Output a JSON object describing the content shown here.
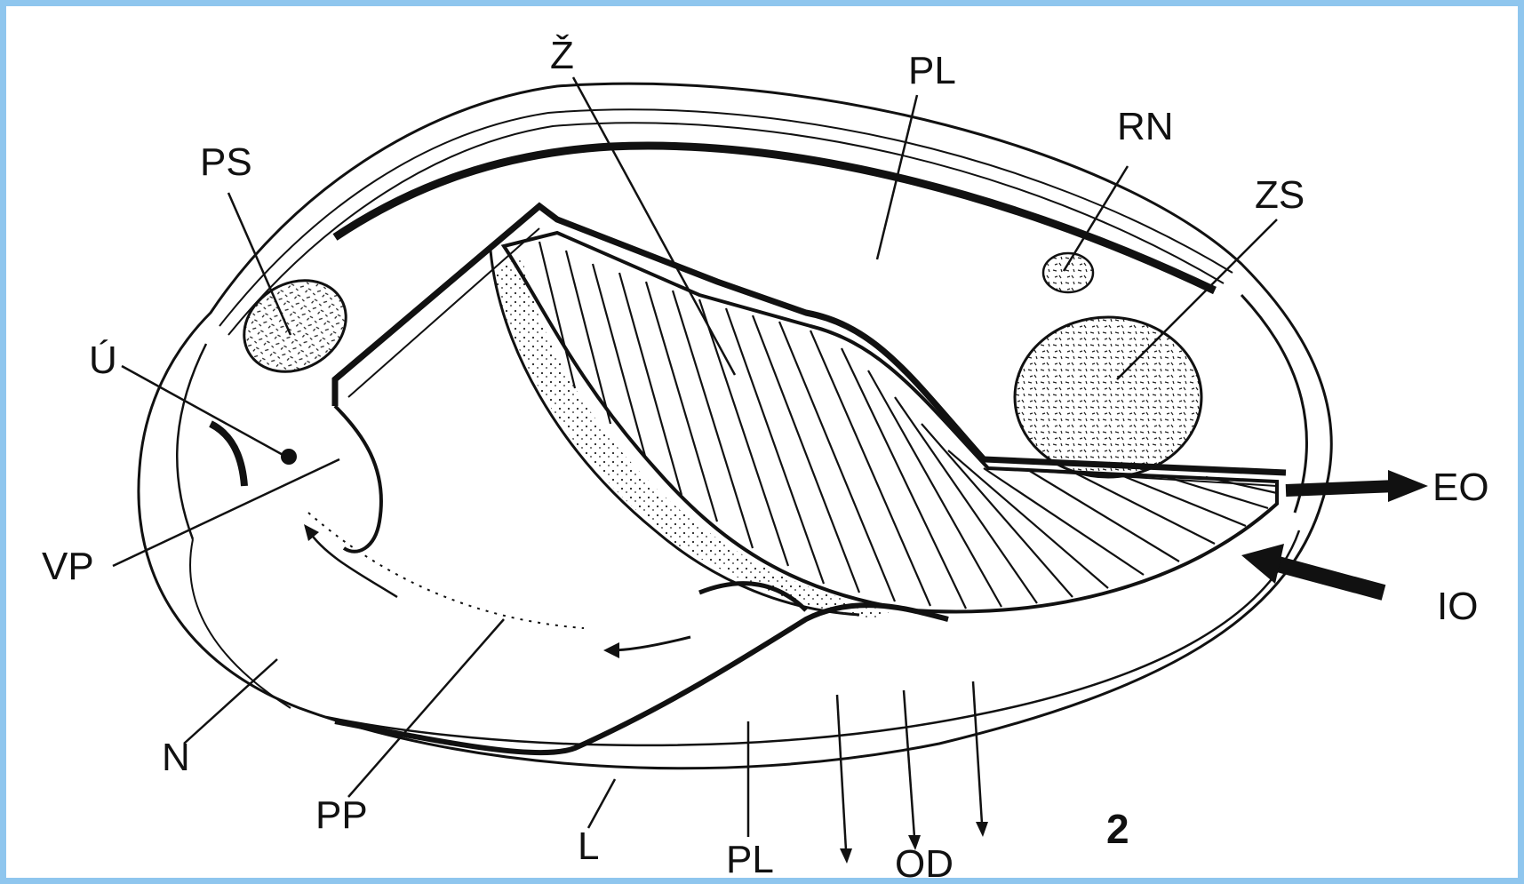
{
  "figure_number": "2",
  "labels": {
    "z": "Ž",
    "pl_top": "PL",
    "rn": "RN",
    "ps": "PS",
    "zs": "ZS",
    "u": "Ú",
    "eo": "EO",
    "vp": "VP",
    "io": "IO",
    "n": "N",
    "pp": "PP",
    "l": "L",
    "pl_bottom": "PL",
    "od": "OD"
  },
  "colors": {
    "frame_border": "#8fc6ee",
    "ink": "#111111",
    "paper": "#ffffff"
  }
}
